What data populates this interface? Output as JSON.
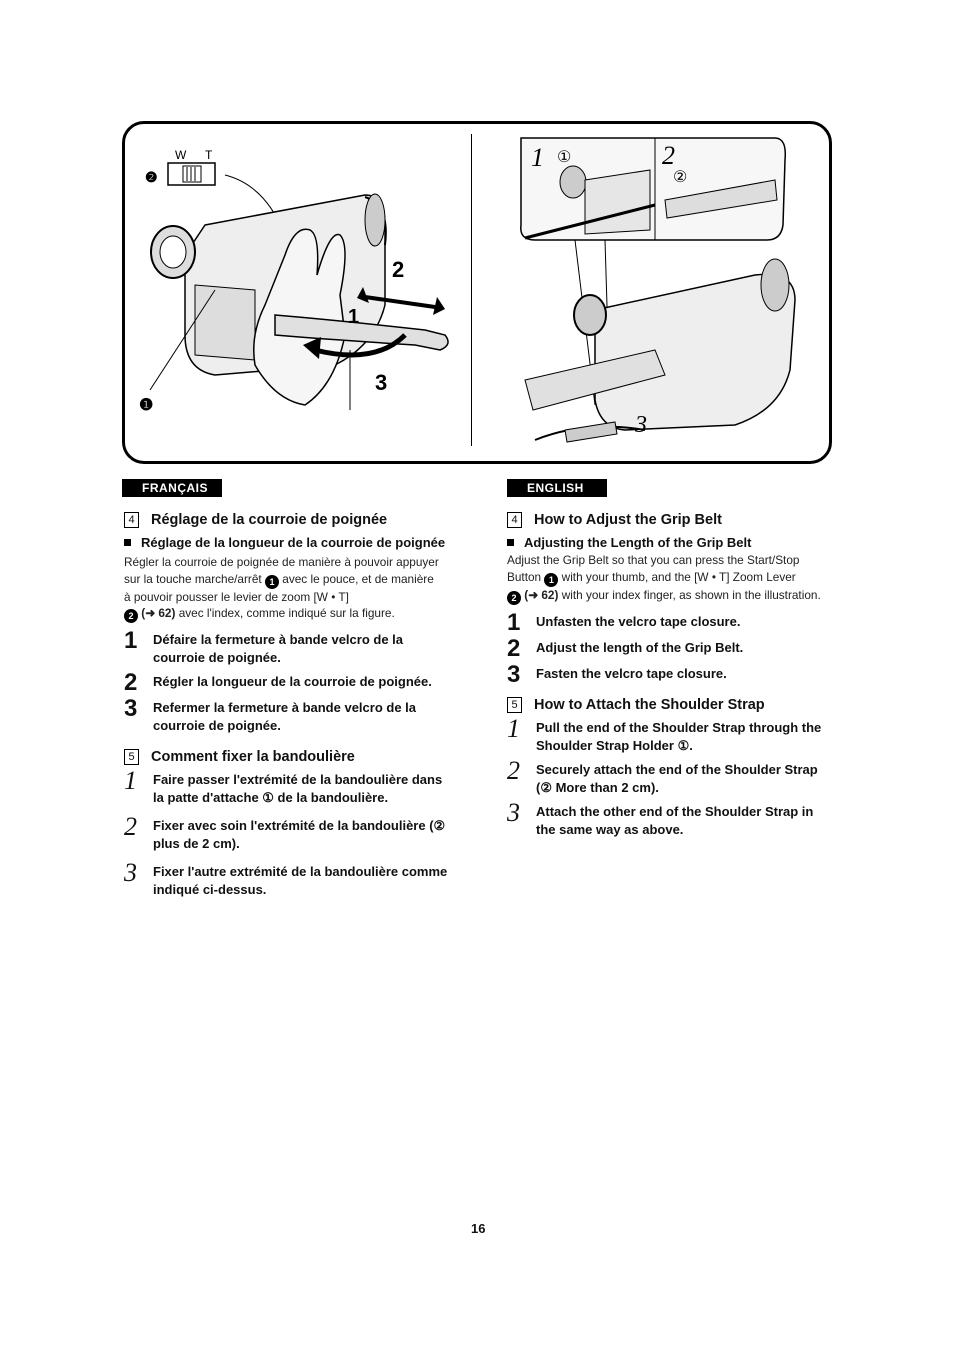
{
  "illustration_left": {
    "zoom_label_w": "W",
    "zoom_label_t": "T",
    "callout_1": "1",
    "callout_2": "2",
    "callout_3": "3",
    "marker_1": "1",
    "marker_2": "2"
  },
  "illustration_right": {
    "inset_1": "1",
    "inset_2": "2",
    "circ_1": "①",
    "circ_2": "②",
    "callout_3": "3"
  },
  "francais": {
    "lang": "FRANÇAIS",
    "s4_num": "4",
    "s4_title": "Réglage de la courroie de poignée",
    "sub_title": "Réglage de la longueur de la courroie de poignée",
    "body_a": "Régler la courroie de poignée de manière à pouvoir appuyer sur la touche marche/arrêt",
    "body_b": "avec le pouce, et de manière à pouvoir pousser le levier de zoom [W • T]",
    "body_c": "(➜ 62)",
    "body_d": "avec l'index, comme indiqué sur la figure.",
    "steps": [
      {
        "n": "1",
        "t": "Défaire la fermeture à bande velcro de la courroie de poignée."
      },
      {
        "n": "2",
        "t": "Régler la longueur de la courroie de poignée."
      },
      {
        "n": "3",
        "t": "Refermer la fermeture à bande velcro de la courroie de poignée."
      }
    ],
    "s5_num": "5",
    "s5_title": "Comment fixer la bandoulière",
    "steps5": [
      {
        "n": "1",
        "t": "Faire passer l'extrémité de la bandoulière dans la patte d'attache ① de la bandoulière."
      },
      {
        "n": "2",
        "t": "Fixer avec soin l'extrémité de la bandoulière (② plus de 2 cm)."
      },
      {
        "n": "3",
        "t": "Fixer l'autre extrémité de la bandoulière comme indiqué ci-dessus."
      }
    ]
  },
  "english": {
    "lang": "ENGLISH",
    "s4_num": "4",
    "s4_title": "How to Adjust the Grip Belt",
    "sub_title": "Adjusting the Length of the Grip Belt",
    "body_a": "Adjust the Grip Belt so that you can press the Start/Stop Button",
    "body_b": "with your thumb, and the [W • T] Zoom Lever",
    "body_c": "(➜ 62)",
    "body_d": "with your index finger, as shown in the illustration.",
    "steps": [
      {
        "n": "1",
        "t": "Unfasten the velcro tape closure."
      },
      {
        "n": "2",
        "t": "Adjust the length of the Grip Belt."
      },
      {
        "n": "3",
        "t": "Fasten the velcro tape closure."
      }
    ],
    "s5_num": "5",
    "s5_title": "How to Attach the Shoulder Strap",
    "steps5": [
      {
        "n": "1",
        "t": "Pull the end of the Shoulder Strap through the Shoulder Strap Holder ①."
      },
      {
        "n": "2",
        "t": "Securely attach the end of the Shoulder Strap (② More than 2 cm)."
      },
      {
        "n": "3",
        "t": "Attach the other end of the Shoulder Strap in the same way as above."
      }
    ]
  },
  "page_number": "16"
}
